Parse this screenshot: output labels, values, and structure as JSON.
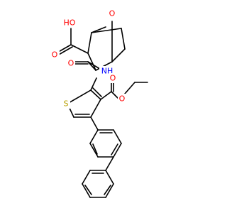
{
  "diagram": {
    "type": "chemical-structure",
    "atoms": {
      "oh": "HO",
      "o_carboxyl": "O",
      "o_bridge": "O",
      "o_amide": "O",
      "nh": "NH",
      "s": "S",
      "o_ester_carbonyl": "O",
      "o_ester": "O"
    },
    "colors": {
      "bond": "#000000",
      "oxygen": "#ff0000",
      "nitrogen": "#0000ff",
      "sulfur": "#b8a000"
    }
  }
}
